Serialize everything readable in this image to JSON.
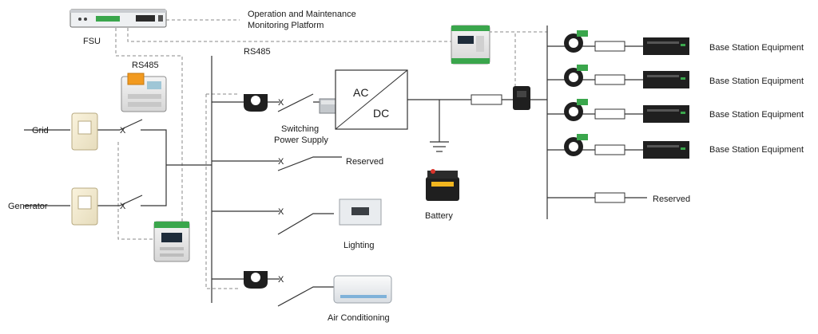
{
  "labels": {
    "fsu": "FSU",
    "platform_line1": "Operation and Maintenance",
    "platform_line2": "Monitoring Platform",
    "rs485_left": "RS485",
    "rs485_center": "RS485",
    "grid": "Grid",
    "generator": "Generator",
    "switching_line1": "Switching",
    "switching_line2": "Power Supply",
    "ac": "AC",
    "dc": "DC",
    "reserved_mid": "Reserved",
    "lighting": "Lighting",
    "air_conditioning": "Air Conditioning",
    "battery": "Battery",
    "reserved_right": "Reserved",
    "breaker_mark": "X"
  },
  "base_station_equipment": [
    "Base Station Equipment",
    "Base Station Equipment",
    "Base Station Equipment",
    "Base Station Equipment"
  ],
  "colors": {
    "line": "#333333",
    "dashed": "#8a8a8a",
    "device_green": "#3aa64c",
    "device_orange": "#f29a1f",
    "rack": "#1f1f1f"
  }
}
